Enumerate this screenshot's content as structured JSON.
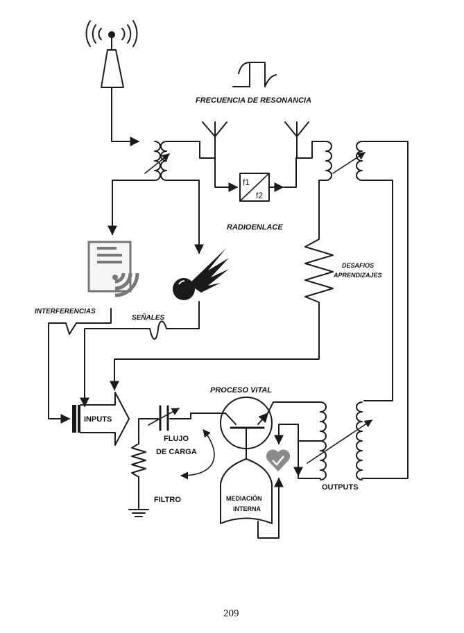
{
  "labels": {
    "frecuencia": "FRECUENCIA DE RESONANCIA",
    "radioenlace": "RADIOENLACE",
    "desafios": "DESAFIOS",
    "aprendizajes": "APRENDIZAJES",
    "interferencias": "INTERFERENCIAS",
    "senales": "SEÑALES",
    "proceso_vital": "PROCESO VITAL",
    "inputs": "INPUTS",
    "flujo": "FLUJO",
    "de_carga": "DE CARGA",
    "filtro": "FILTRO",
    "mediacion": "MEDIACIÓN",
    "interna": "INTERNA",
    "outputs": "OUTPUTS",
    "f1": "f1",
    "f2": "f2"
  },
  "page_number": "209"
}
